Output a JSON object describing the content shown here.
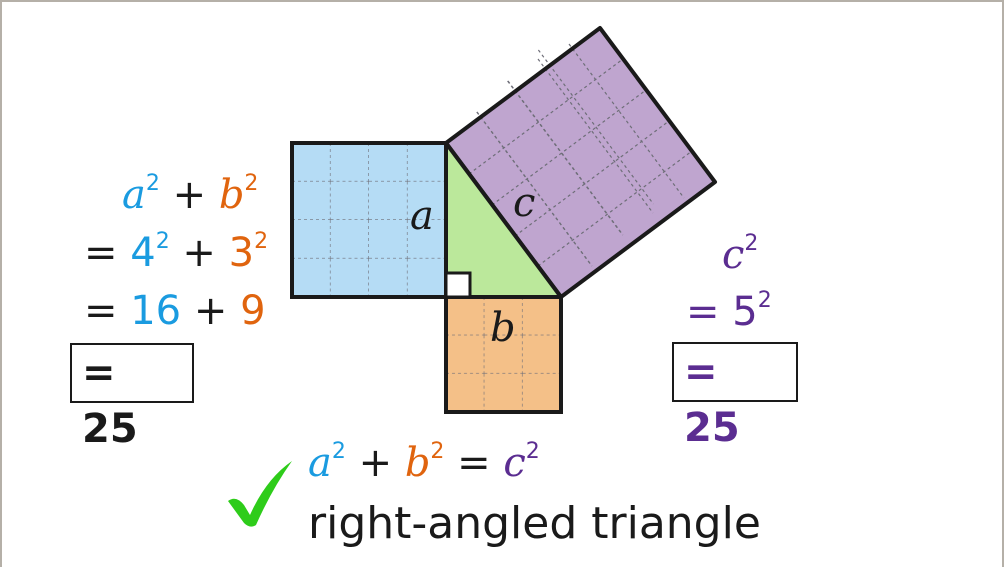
{
  "colors": {
    "a": "#1a9be0",
    "b": "#e0640e",
    "c": "#5b2d91",
    "square_a_fill": "#b5dcf5",
    "square_b_fill": "#f4c088",
    "square_c_fill": "#bfa5cf",
    "triangle_fill": "#bbe89b",
    "check": "#2ecc1a",
    "frame": "#b5b0a8"
  },
  "diagram": {
    "labels": {
      "a": "a",
      "b": "b",
      "c": "c"
    },
    "sides": {
      "a": 4,
      "b": 3,
      "c": 5
    }
  },
  "left_working": {
    "line1": {
      "a": "a",
      "a_exp": "2",
      "plus": "+",
      "b": "b",
      "b_exp": "2"
    },
    "line2": {
      "eq": "=",
      "a_val": "4",
      "a_exp": "2",
      "plus": "+",
      "b_val": "3",
      "b_exp": "2"
    },
    "line3": {
      "eq": "=",
      "a_sq": "16",
      "plus": "+",
      "b_sq": "9"
    },
    "result": "= 25"
  },
  "right_working": {
    "line1": {
      "c": "c",
      "c_exp": "2"
    },
    "line2": {
      "eq": "=",
      "c_val": "5",
      "c_exp": "2"
    },
    "result": "= 25"
  },
  "conclusion": {
    "equation": {
      "a": "a",
      "a_exp": "2",
      "plus": "+",
      "b": "b",
      "b_exp": "2",
      "eq": "=",
      "c": "c",
      "c_exp": "2"
    },
    "text": "right-angled triangle",
    "icon": "check-mark-icon"
  }
}
